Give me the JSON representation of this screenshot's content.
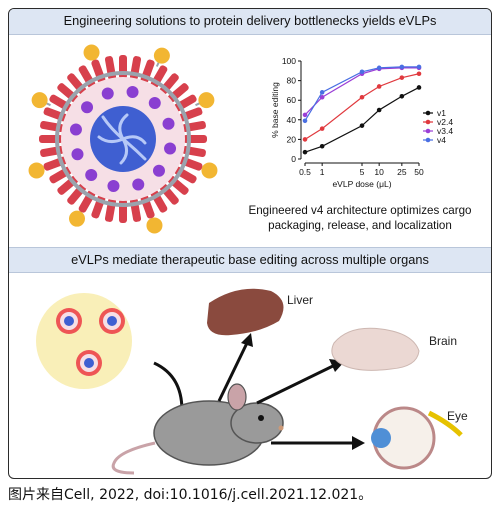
{
  "panel_top": {
    "title": "Engineering solutions to protein delivery bottlenecks yields eVLPs",
    "description": "Engineered v4 architecture optimizes cargo packaging, release, and localization"
  },
  "panel_bottom": {
    "title": "eVLPs mediate therapeutic base editing across multiple organs",
    "organs": [
      "Liver",
      "Brain",
      "Eye"
    ]
  },
  "caption": "图片来自Cell, 2022, doi:10.1016/j.cell.2021.12.021。",
  "chart_data": {
    "type": "line",
    "ylabel": "% base editing",
    "xlabel": "eVLP dose (μL)",
    "ylim": [
      0,
      100
    ],
    "yticks": [
      0,
      20,
      40,
      60,
      80,
      100
    ],
    "xscale": "log",
    "xticks": [
      "0.5",
      "1",
      "5",
      "10",
      "25",
      "50"
    ],
    "x": [
      0.5,
      1,
      5,
      10,
      25,
      50
    ],
    "legend_position": "right",
    "series": [
      {
        "name": "v1",
        "color": "#111111",
        "values": [
          7,
          13,
          34,
          50,
          64,
          73
        ]
      },
      {
        "name": "v2.4",
        "color": "#e0393e",
        "values": [
          20,
          31,
          63,
          74,
          83,
          87
        ]
      },
      {
        "name": "v3.4",
        "color": "#9b3fd6",
        "values": [
          45,
          63,
          87,
          92,
          93,
          93
        ]
      },
      {
        "name": "v4",
        "color": "#4a6fe3",
        "values": [
          39,
          68,
          89,
          93,
          94,
          94
        ]
      }
    ]
  }
}
